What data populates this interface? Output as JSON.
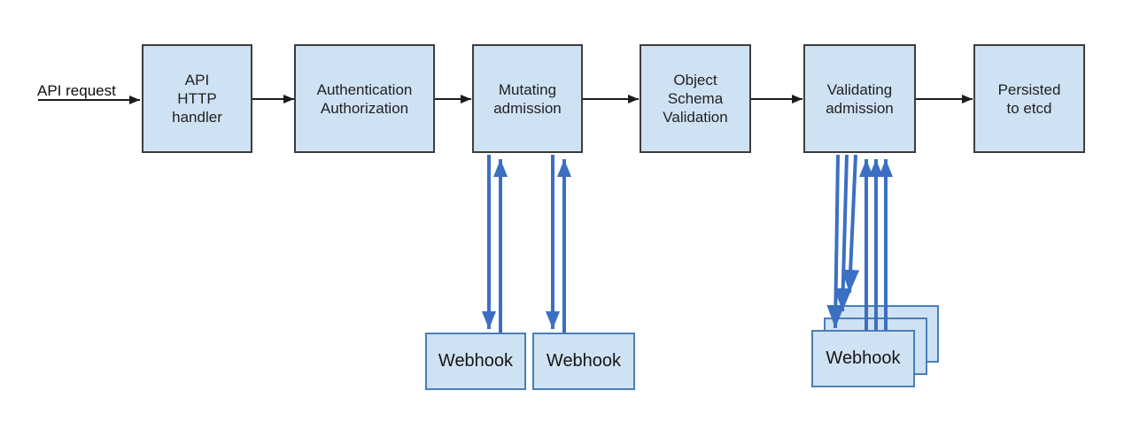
{
  "flow_label": {
    "text": "API request"
  },
  "pipeline": [
    {
      "id": "api-http-handler",
      "label": "API\nHTTP\nhandler"
    },
    {
      "id": "authentication-authorization",
      "label": "Authentication\nAuthorization"
    },
    {
      "id": "mutating-admission",
      "label": "Mutating\nadmission"
    },
    {
      "id": "object-schema-validation",
      "label": "Object\nSchema\nValidation"
    },
    {
      "id": "validating-admission",
      "label": "Validating\nadmission"
    },
    {
      "id": "persisted-to-etcd",
      "label": "Persisted\nto etcd"
    }
  ],
  "webhooks": {
    "mutating": [
      "Webhook",
      "Webhook"
    ],
    "validating_stack": [
      "Webhook",
      "Webhook",
      "Webhook"
    ]
  },
  "colors": {
    "box_fill": "#cfe2f3",
    "stage_border": "#3d3d3d",
    "webhook_border": "#4a7dbb",
    "arrow_black": "#1c1c1c",
    "arrow_blue": "#3b6fc2"
  }
}
